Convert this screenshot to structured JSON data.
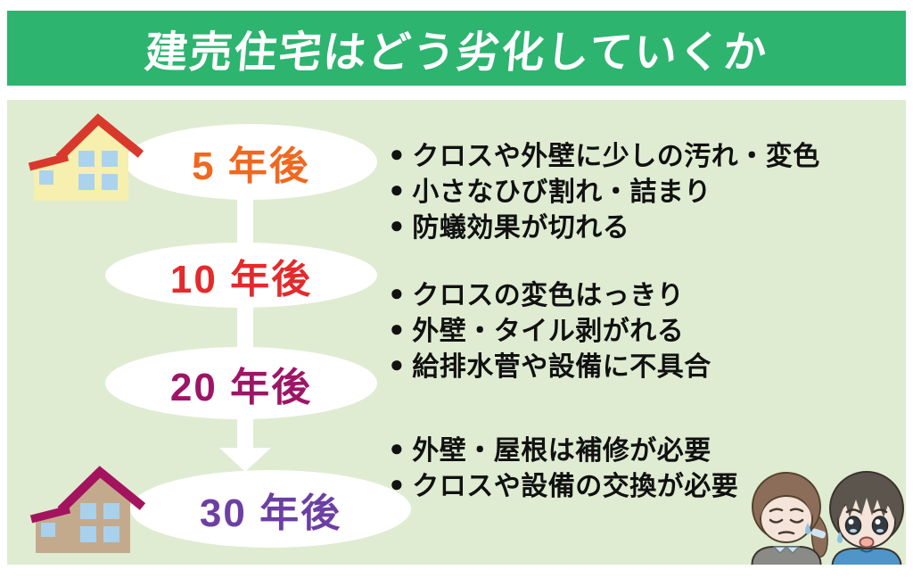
{
  "title": "建売住宅はどう劣化していくか",
  "colors": {
    "banner_bg": "#2db46f",
    "title_text": "#ffffff",
    "panel_bg": "#dfecd2"
  },
  "icons": {
    "bullet": "●"
  },
  "timeline": {
    "stages": [
      {
        "label": "5 年後",
        "color": "#f0681f"
      },
      {
        "label": "10 年後",
        "color": "#e42a2c"
      },
      {
        "label": "20 年後",
        "color": "#9d1566"
      },
      {
        "label": "30 年後",
        "color": "#6b3fa4"
      }
    ]
  },
  "bullet_groups": [
    {
      "items": [
        "クロスや外壁に少しの汚れ・変色",
        "小さなひび割れ・詰まり",
        "防蟻効果が切れる"
      ]
    },
    {
      "items": [
        "クロスの変色はっきり",
        "外壁・タイル剥がれる",
        "給排水菅や設備に不具合"
      ]
    },
    {
      "items": [
        "外壁・屋根は補修が必要",
        "クロスや設備の交換が必要"
      ]
    }
  ],
  "houses": {
    "new": {
      "body": "#f6efad",
      "roof": "#d8392c",
      "window": "#abd3ee"
    },
    "old": {
      "body": "#c4aa8d",
      "roof": "#a3135e",
      "window": "#a9d1ec"
    }
  },
  "characters": {
    "woman": {
      "hair": "#8c6d59",
      "skin": "#f4e4d9",
      "shirt": "#8a8a86",
      "collar": "#cfe6f2",
      "tear": "#8fc1e3"
    },
    "man": {
      "hair": "#5c554d",
      "skin": "#f4e4d9",
      "shirt": "#4f95c9",
      "tear": "#8fc1e3"
    }
  }
}
